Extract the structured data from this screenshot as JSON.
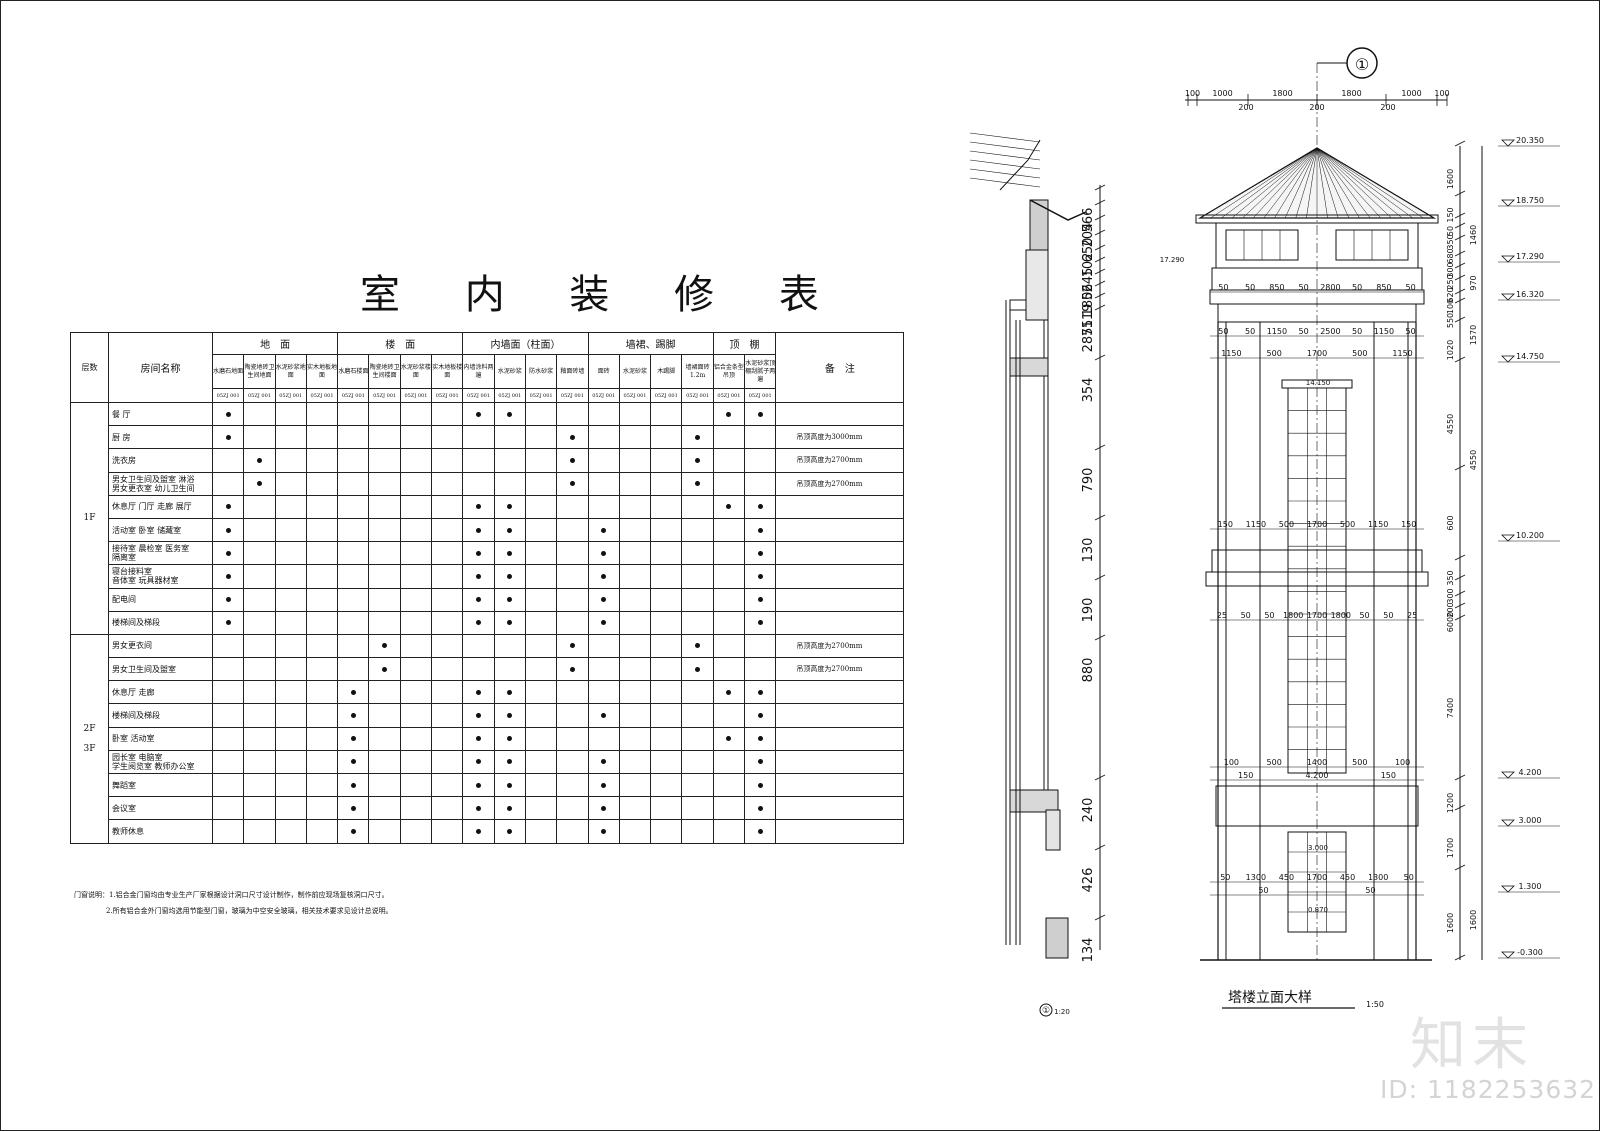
{
  "title": "室 内 装 修 表",
  "table": {
    "group_headers": [
      "地　面",
      "楼　面",
      "内墙面（柱面）",
      "墙裙、踢脚",
      "顶　棚"
    ],
    "col_floor_label": "层数",
    "col_room_label": "房间名称",
    "col_note_label": "备　注",
    "subcols": [
      "水磨石地面",
      "陶瓷地砖卫生间地面",
      "水泥砂浆地面",
      "实木地板地面",
      "水磨石楼面",
      "陶瓷地砖卫生间楼面",
      "水泥砂浆楼面",
      "实木地板楼面",
      "内墙涂料两遍",
      "水泥砂浆",
      "防水砂浆",
      "釉面砖墙",
      "面砖",
      "水泥砂浆",
      "木踢脚",
      "墙裙面砖1.2m",
      "铝合金条型吊顶",
      "水泥砂浆顶棚刮腻子两遍",
      "",
      ""
    ],
    "codes": [
      "05ZJ 001",
      "05ZJ 001",
      "05ZJ 001",
      "05ZJ 001",
      "05ZJ 001",
      "05ZJ 001",
      "05ZJ 001",
      "05ZJ 001",
      "05ZJ 001",
      "05ZJ 001",
      "05ZJ 001",
      "05ZJ 001",
      "05ZJ 001",
      "05ZJ 001",
      "05ZJ 001",
      "05ZJ 001",
      "05ZJ 001",
      "05ZJ 001"
    ],
    "floor_groups": [
      {
        "label": "1F",
        "rows": 10
      },
      {
        "label": "2F\n\n3F",
        "rows": 9
      }
    ],
    "rows": [
      {
        "room": "餐 厅",
        "marks": [
          0,
          8,
          9,
          16,
          17
        ],
        "note": ""
      },
      {
        "room": "厨 房",
        "marks": [
          0,
          11,
          15
        ],
        "note": "吊顶高度为3000mm"
      },
      {
        "room": "洗衣房",
        "marks": [
          1,
          11,
          15
        ],
        "note": "吊顶高度为2700mm"
      },
      {
        "room": "男女卫生间及盥室 淋浴\n男女更衣室 幼儿卫生间",
        "marks": [
          1,
          11,
          15
        ],
        "note": "吊顶高度为2700mm"
      },
      {
        "room": "休息厅 门厅 走廊 展厅",
        "marks": [
          0,
          8,
          9,
          16,
          17
        ],
        "note": ""
      },
      {
        "room": "活动室 卧室 储藏室",
        "marks": [
          0,
          8,
          9,
          12,
          17
        ],
        "note": ""
      },
      {
        "room": "接待室 晨检室 医务室\n隔离室",
        "marks": [
          0,
          8,
          9,
          12,
          17
        ],
        "note": ""
      },
      {
        "room": "寝台接料室\n音体室 玩具器材室",
        "marks": [
          0,
          8,
          9,
          12,
          17
        ],
        "note": ""
      },
      {
        "room": "配电间",
        "marks": [
          0,
          8,
          9,
          12,
          17
        ],
        "note": ""
      },
      {
        "room": "楼梯间及梯段",
        "marks": [
          0,
          8,
          9,
          12,
          17
        ],
        "note": ""
      },
      {
        "room": "男女更衣间",
        "marks": [
          5,
          11,
          15
        ],
        "note": "吊顶高度为2700mm"
      },
      {
        "room": "男女卫生间及盥室",
        "marks": [
          5,
          11,
          15
        ],
        "note": "吊顶高度为2700mm"
      },
      {
        "room": "休息厅 走廊",
        "marks": [
          4,
          8,
          9,
          16,
          17
        ],
        "note": ""
      },
      {
        "room": "楼梯间及梯段",
        "marks": [
          4,
          8,
          9,
          12,
          17
        ],
        "note": ""
      },
      {
        "room": "卧室 活动室",
        "marks": [
          4,
          8,
          9,
          16,
          17
        ],
        "note": ""
      },
      {
        "room": "园长室 电脑室\n学生阅览室 教师办公室",
        "marks": [
          4,
          8,
          9,
          12,
          17
        ],
        "note": ""
      },
      {
        "room": "舞蹈室",
        "marks": [
          4,
          8,
          9,
          12,
          17
        ],
        "note": ""
      },
      {
        "room": "会议室",
        "marks": [
          4,
          8,
          9,
          12,
          17
        ],
        "note": ""
      },
      {
        "room": "教师休息",
        "marks": [
          4,
          8,
          9,
          12,
          17
        ],
        "note": ""
      }
    ]
  },
  "notes": [
    "门窗说明：1.铝合金门窗均由专业生产厂家根据设计洞口尺寸设计制作，制作前应现场复核洞口尺寸。",
    "2.所有铝合金外门窗均选用节能型门窗，玻璃为中空安全玻璃，相关技术要求见设计总说明。"
  ],
  "section": {
    "callout": "①",
    "scale": "1:20",
    "dims": [
      "566",
      "204",
      "650",
      "102",
      "245",
      "56",
      "180",
      "119",
      "75",
      "285",
      "354",
      "790",
      "130",
      "190",
      "880",
      "240",
      "426",
      "134"
    ]
  },
  "elevation": {
    "axis_label": "①",
    "title": "塔楼立面大样",
    "scale": "1:50",
    "top_dims": [
      "100",
      "1000",
      "1800",
      "1800",
      "1000",
      "100"
    ],
    "top_sub_dims": [
      "200",
      "200",
      "200"
    ],
    "row_dims": {
      "r1": [
        "50",
        "50",
        "850",
        "50",
        "2800",
        "50",
        "850",
        "50"
      ],
      "r2": [
        "50",
        "50",
        "1150",
        "50",
        "2500",
        "50",
        "1150",
        "50"
      ],
      "r3": [
        "1150",
        "500",
        "1700",
        "500",
        "1150"
      ],
      "r4": [
        "150",
        "1150",
        "500",
        "1700",
        "500",
        "1150",
        "150"
      ],
      "r5": [
        "25",
        "50",
        "50",
        "1800",
        "1700",
        "1800",
        "50",
        "50",
        "25"
      ],
      "r6": [
        "100",
        "500",
        "1400",
        "500",
        "100"
      ],
      "r7": [
        "150",
        "4.200",
        "150"
      ],
      "r8": [
        "50",
        "1300",
        "450",
        "1700",
        "450",
        "1300",
        "50"
      ],
      "r9": [
        "50",
        "50"
      ]
    },
    "inner_levels": [
      "14.150",
      "3.000",
      "0.870"
    ],
    "left_levels": [
      "17.290"
    ],
    "right_dims": [
      "1600",
      "150",
      "50",
      "350",
      "680",
      "300",
      "250",
      "620",
      "100",
      "550",
      "1020",
      "4550",
      "600",
      "350",
      "300",
      "200",
      "6000",
      "7400",
      "1200",
      "1700",
      "1600"
    ],
    "right_totals": [
      "1460",
      "970",
      "1570",
      "4550",
      "1600"
    ],
    "levels": [
      "20.350",
      "18.750",
      "17.290",
      "16.320",
      "14.750",
      "10.200",
      "4.200",
      "3.000",
      "1.300",
      "-0.300"
    ]
  },
  "watermark": {
    "logo": "知末",
    "id": "ID: 1182253632"
  }
}
